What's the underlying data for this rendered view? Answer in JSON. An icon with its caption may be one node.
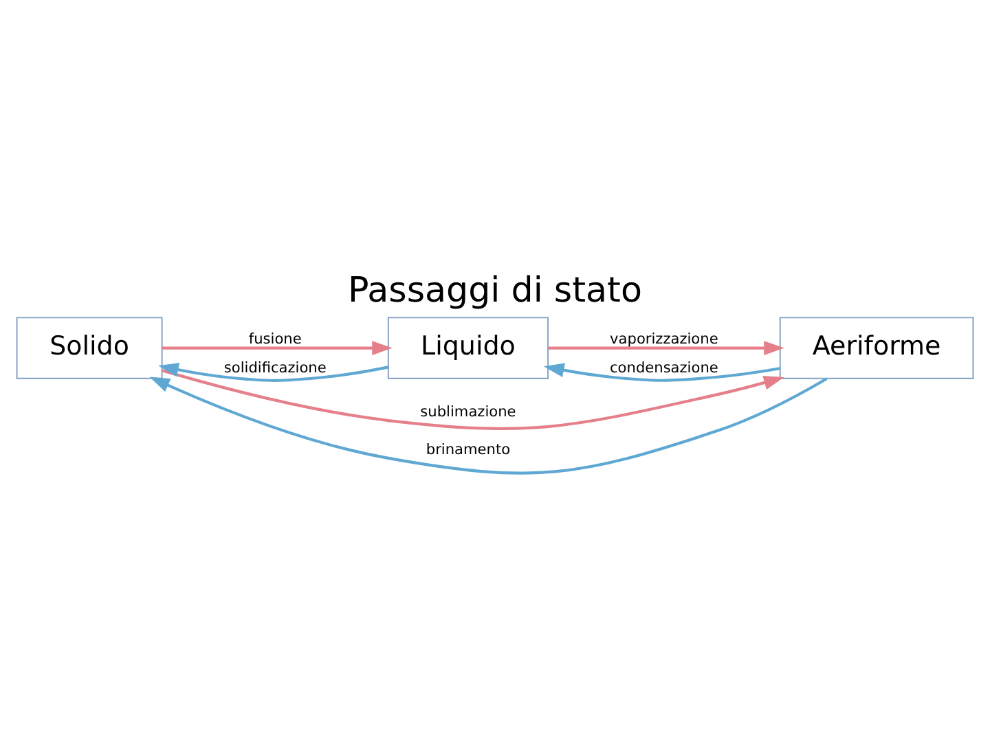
{
  "diagram": {
    "title": "Passaggi di stato",
    "nodes": [
      {
        "text": [
          "Solido"
        ]
      },
      {
        "text": [
          "Liquido"
        ]
      },
      {
        "text": [
          "Aeriforme"
        ]
      }
    ],
    "edges": [
      {
        "from": 0,
        "to": 2,
        "arrow": "to",
        "label": "sublimazione",
        "color": "#e57f8a"
      },
      {
        "from": 0,
        "to": 1,
        "arrow": "to",
        "label": "fusione",
        "color": "#e57f8a"
      },
      {
        "from": 1,
        "to": 2,
        "arrow": "to",
        "label": "vaporizzazione",
        "color": "#e57f8a"
      },
      {
        "from": 1,
        "to": 0,
        "arrow": "to",
        "label": "solidificazione",
        "color": "#5fa8d3"
      },
      {
        "from": 2,
        "to": 1,
        "arrow": "to",
        "label": "condensazione",
        "color": "#5fa8d3"
      },
      {
        "from": 2,
        "to": 0,
        "arrow": "to",
        "label": "brinamento",
        "color": "#5fa8d3"
      }
    ]
  }
}
